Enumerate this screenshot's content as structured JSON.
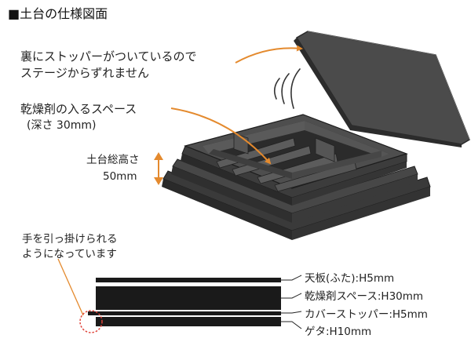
{
  "title": "■土台の仕様図面",
  "notes": {
    "stopper_line1": "裏にストッパーがついているので",
    "stopper_line2": "ステージからずれません",
    "desiccant_space": "乾燥剤の入るスペース",
    "desiccant_depth": "(深さ 30mm)",
    "base_height_label": "土台総高さ",
    "base_height_value": "50mm",
    "grip_line1": "手を引っ掛けられる",
    "grip_line2": "ようになっています"
  },
  "layers": [
    {
      "label": "天板(ふた):H5mm",
      "height_mm": 5
    },
    {
      "label": "乾燥剤スペース:H30mm",
      "height_mm": 30
    },
    {
      "label": "カバーストッパー:H5mm",
      "height_mm": 5
    },
    {
      "label": "ゲタ:H10mm",
      "height_mm": 10
    }
  ],
  "colors": {
    "accent": "#e48a2e",
    "dark": "#1a1a1a",
    "panel": "#4a4a4a",
    "grip_circle": "#e0443a"
  }
}
